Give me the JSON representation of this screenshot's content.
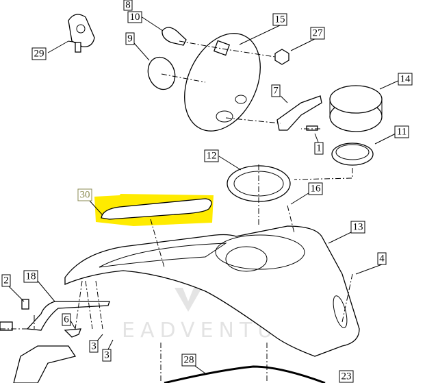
{
  "diagram": {
    "labels": {
      "l8": "8",
      "l10": "10",
      "l15": "15",
      "l27": "27",
      "l9": "9",
      "l29": "29",
      "l7": "7",
      "l14": "14",
      "l1": "1",
      "l11": "11",
      "l12": "12",
      "l16": "16",
      "l30": "30",
      "l13": "13",
      "l4": "4",
      "l2": "2",
      "l18": "18",
      "l6": "6",
      "l3a": "3",
      "l3b": "3",
      "l28": "28",
      "l23": "23"
    },
    "highlight_color": "#ffeb00",
    "watermark": "LEADVENTURE"
  }
}
